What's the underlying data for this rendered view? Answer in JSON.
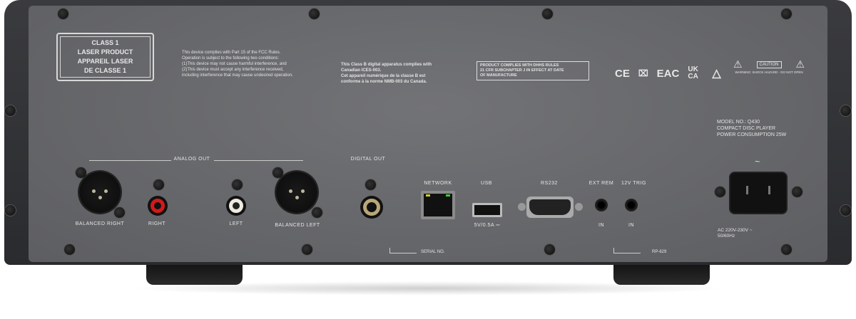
{
  "laser_label": {
    "lines": [
      "CLASS 1",
      "LASER PRODUCT",
      "APPAREIL LASER",
      "DE CLASSE 1"
    ]
  },
  "fcc_text": [
    "This device complies with Part 15 of the FCC Rules.",
    "Operation is subject to the following two conditions:",
    "(1)This device may not cause harmful interference, and",
    "(2)This device must accept any interference received,",
    "including interference that may cause undesired operation."
  ],
  "canada_text": [
    "This Class B digital apparatus complies with",
    "Canadian ICES-003.",
    "Cet appareil numérique de la classe B est",
    "conforme à la norme NMB-003 du Canada."
  ],
  "dhhs_text": [
    "PRODUCT COMPLIES WITH DHHS RULES",
    "21 CFR SUBCHAPTER J IN EFFECT AT DATE",
    "OF MANUFACTURE"
  ],
  "cert_marks": [
    "CE",
    "EAC",
    "UK CA"
  ],
  "caution": {
    "title": "CAUTION",
    "warning": "WARNING: SHOCK HAZARD - DO NOT OPEN"
  },
  "model_info": [
    "MODEL NO.: Q430",
    "COMPACT DISC PLAYER",
    "POWER CONSUMPTION 25W"
  ],
  "analog_out": "ANALOG OUT",
  "digital_out": "DIGITAL OUT",
  "connectors": {
    "balanced_right": "BALANCED RIGHT",
    "right": "RIGHT",
    "left": "LEFT",
    "balanced_left": "BALANCED LEFT",
    "network": "NETWORK",
    "usb": "USB",
    "usb_rating": "5V/0.5A ⎓",
    "rs232": "RS232",
    "ext_rem": "EXT REM",
    "ext_rem_in": "IN",
    "trig": "12V TRIG",
    "trig_in": "IN",
    "ac_symbol": "~",
    "ac_rating": [
      "AC 220V-230V ~",
      "50/60Hz"
    ]
  },
  "serial_label": "SERIAL NO.",
  "remote_label": "RP-629",
  "colors": {
    "panel": "#67686b",
    "frame": "#333437",
    "rca_right": "#d11a1a",
    "rca_left": "#eeeae0",
    "digital": "#b8a878"
  }
}
